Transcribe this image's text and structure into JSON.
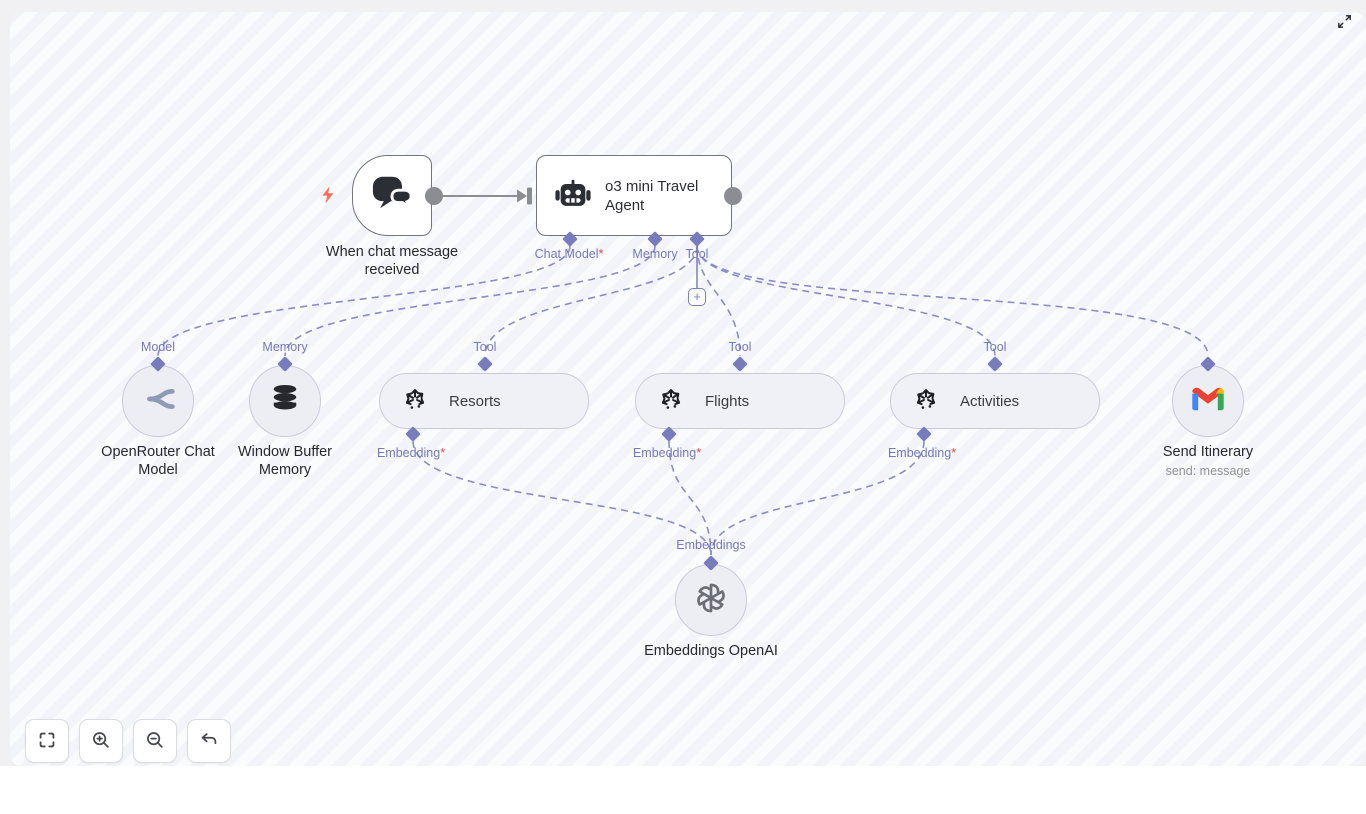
{
  "nodes": {
    "trigger": {
      "label": "When chat message received",
      "icon": "chat-bubbles-icon"
    },
    "agent": {
      "title": "o3 mini Travel Agent",
      "icon": "robot-icon",
      "ports": {
        "chat_model": "Chat Model",
        "chat_model_required": "*",
        "memory": "Memory",
        "tool": "Tool"
      },
      "add_button": "+"
    },
    "openrouter": {
      "port": "Model",
      "label": "OpenRouter Chat Model",
      "icon": "openrouter-icon"
    },
    "window_buffer": {
      "port": "Memory",
      "label": "Window Buffer Memory",
      "icon": "database-icon"
    },
    "resorts": {
      "port": "Tool",
      "label": "Resorts",
      "embedding_port": "Embedding",
      "required": "*",
      "icon": "vector-store-icon"
    },
    "flights": {
      "port": "Tool",
      "label": "Flights",
      "embedding_port": "Embedding",
      "required": "*",
      "icon": "vector-store-icon"
    },
    "activities": {
      "port": "Tool",
      "label": "Activities",
      "embedding_port": "Embedding",
      "required": "*",
      "icon": "vector-store-icon"
    },
    "send_itinerary": {
      "label": "Send Itinerary",
      "sublabel": "send: message",
      "icon": "gmail-icon"
    },
    "embeddings": {
      "port": "Embeddings",
      "label": "Embeddings OpenAI",
      "icon": "openai-icon"
    }
  },
  "toolbar": {
    "buttons": [
      {
        "name": "fit-view"
      },
      {
        "name": "zoom-in"
      },
      {
        "name": "zoom-out"
      },
      {
        "name": "undo"
      }
    ]
  },
  "header": {
    "expand_icon": "expand-diagonal"
  },
  "colors": {
    "connector": "#787cba",
    "dashed_edge": "#898cc6",
    "solid_edge": "#8b8d93",
    "required": "#ee4444",
    "node_border": "#72747c",
    "subnode_fill": "#edeef4",
    "subnode_border": "#c7ccdd",
    "trigger_bolt": "#ff6d5c",
    "gmail_red": "#EA4335",
    "gmail_blue": "#4285F4",
    "gmail_green": "#34A853",
    "gmail_yellow": "#FBBC04"
  }
}
